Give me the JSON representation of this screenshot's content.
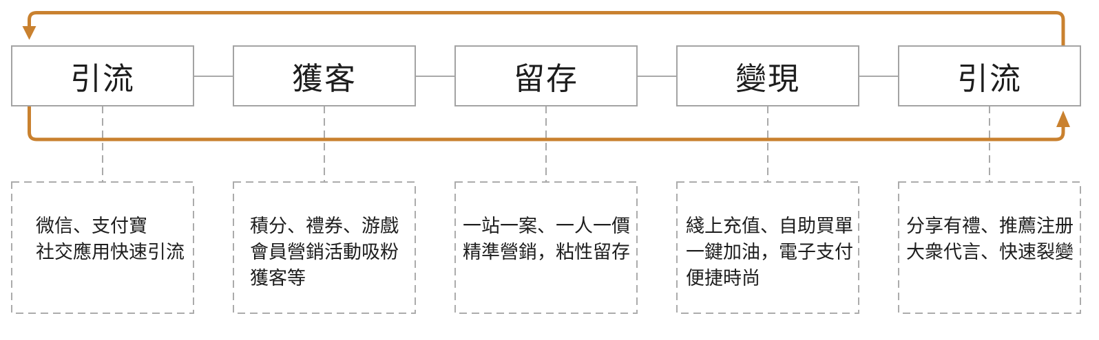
{
  "diagram": {
    "type": "loop-flow",
    "stages": [
      {
        "label": "引流",
        "description": "微信、支付寶\n社交應用快速引流"
      },
      {
        "label": "獲客",
        "description": "積分、禮券、游戲\n會員營銷活動吸粉\n獲客等"
      },
      {
        "label": "留存",
        "description": "一站一案、一人一價\n精準營銷，粘性留存"
      },
      {
        "label": "變現",
        "description": "綫上充值、自助買單\n一鍵加油，電子支付\n便捷時尚"
      },
      {
        "label": "引流",
        "description": "分享有禮、推薦注册\n大衆代言、快速裂變"
      }
    ],
    "loop": {
      "top_arrow": "loop-arrow-down-icon",
      "bottom_arrow": "loop-arrow-up-icon",
      "meaning": "cycle from last stage back to first stage"
    }
  },
  "colors": {
    "loop_arrow": "#C9812F",
    "box_border": "#A3A3A3",
    "dashed_border": "#ABABAB",
    "connector": "#A9A9A9",
    "text": "#1D1D1D"
  }
}
